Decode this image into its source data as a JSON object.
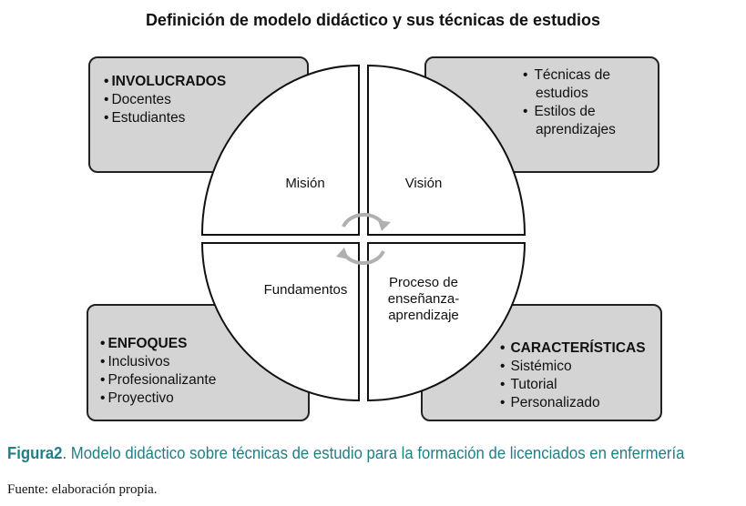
{
  "title": "Definición de modelo didáctico y sus técnicas de estudios",
  "boxes": {
    "top_left": {
      "heading": "INVOLUCRADOS",
      "items": [
        "Docentes",
        "Estudiantes"
      ]
    },
    "top_right": {
      "items": [
        "Técnicas de estudios",
        "Estilos de aprendizajes"
      ]
    },
    "bottom_left": {
      "heading": "ENFOQUES",
      "items": [
        "Inclusivos",
        "Profesionalizante",
        "Proyectivo"
      ]
    },
    "bottom_right": {
      "heading": "CARACTERÍSTICAS",
      "items": [
        "Sistémico",
        "Tutorial",
        "Personalizado"
      ]
    }
  },
  "quadrants": {
    "top_left": "Misión",
    "top_right": "Visión",
    "bottom_left": "Fundamentos",
    "bottom_right": "Proceso de enseñanza-aprendizaje"
  },
  "caption": {
    "label": "Figura2",
    "text": ". Modelo didáctico sobre técnicas de estudio para la formación de licenciados en enfermería"
  },
  "source": "Fuente: elaboración propia.",
  "colors": {
    "box_fill": "#d4d4d4",
    "caption": "#1f7f86",
    "cycle_arrows": "#b0b0b0"
  },
  "icons": [
    "cycle-arrows-icon"
  ]
}
